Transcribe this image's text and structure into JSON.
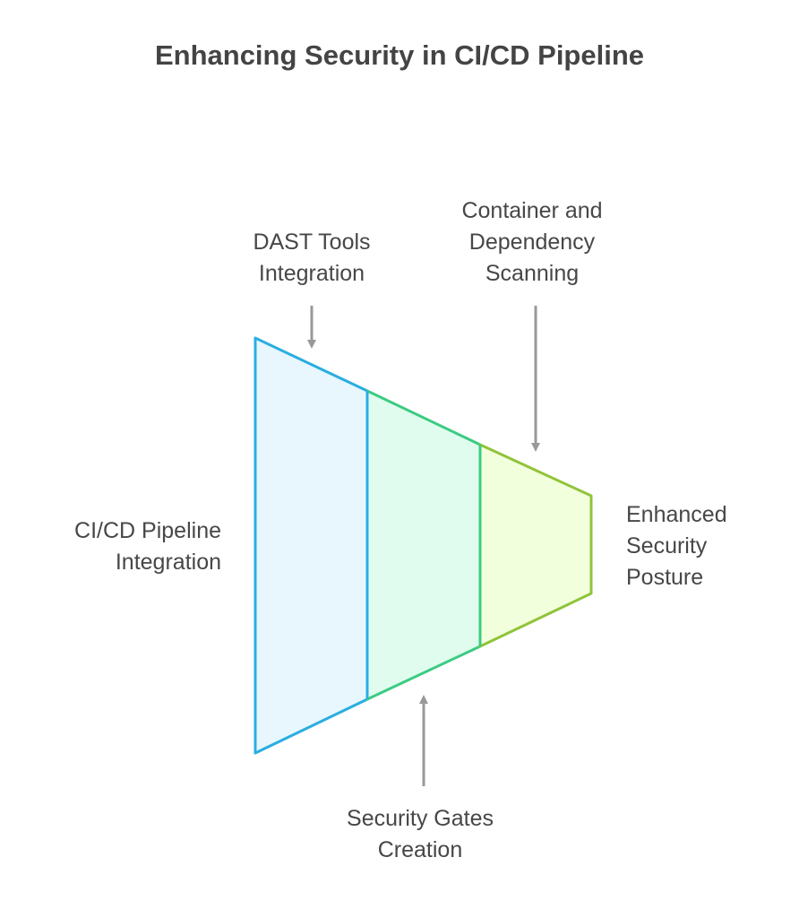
{
  "title": "Enhancing Security in CI/CD Pipeline",
  "colors": {
    "segment1_stroke": "#2aaee0",
    "segment1_fill": "#e8f7fd",
    "segment2_stroke": "#3ccb82",
    "segment2_fill": "#e0fcef",
    "segment3_stroke": "#90c43a",
    "segment3_fill": "#f2ffdc",
    "arrow": "#999999"
  },
  "labels": {
    "cicd": {
      "line1": "CI/CD Pipeline",
      "line2": "Integration"
    },
    "dast": {
      "line1": "DAST Tools",
      "line2": "Integration"
    },
    "container": {
      "line1": "Container and",
      "line2": "Dependency",
      "line3": "Scanning"
    },
    "gates": {
      "line1": "Security Gates",
      "line2": "Creation"
    },
    "posture": {
      "line1": "Enhanced",
      "line2": "Security",
      "line3": "Posture"
    }
  }
}
